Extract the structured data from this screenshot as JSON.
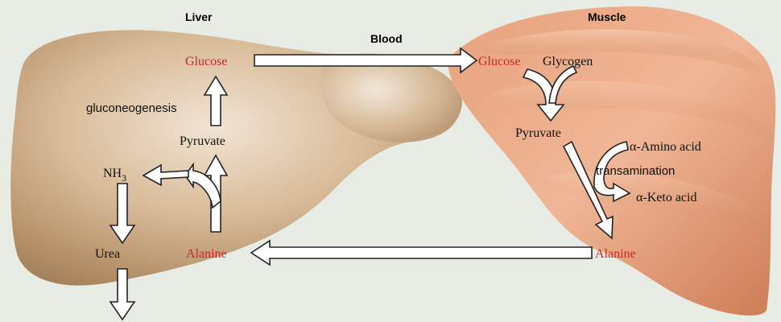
{
  "organs": {
    "liver": "Liver",
    "muscle": "Muscle",
    "blood": "Blood"
  },
  "liver_labels": {
    "glucose": "Glucose",
    "gluconeogenesis": "gluconeogenesis",
    "pyruvate": "Pyruvate",
    "nh3_base": "NH",
    "nh3_sub": "3",
    "urea": "Urea",
    "alanine": "Alanine"
  },
  "muscle_labels": {
    "glucose": "Glucose",
    "glycogen": "Glycogen",
    "pyruvate": "Pyruvate",
    "amino_acid": "α-Amino acid",
    "transamination": "transamination",
    "keto_acid": "α-Keto acid",
    "alanine": "Alanine"
  },
  "colors": {
    "metabolite_highlight": "#c62828",
    "liver": "#c7a47f",
    "muscle": "#d98a60",
    "background": "#e7ece5"
  }
}
